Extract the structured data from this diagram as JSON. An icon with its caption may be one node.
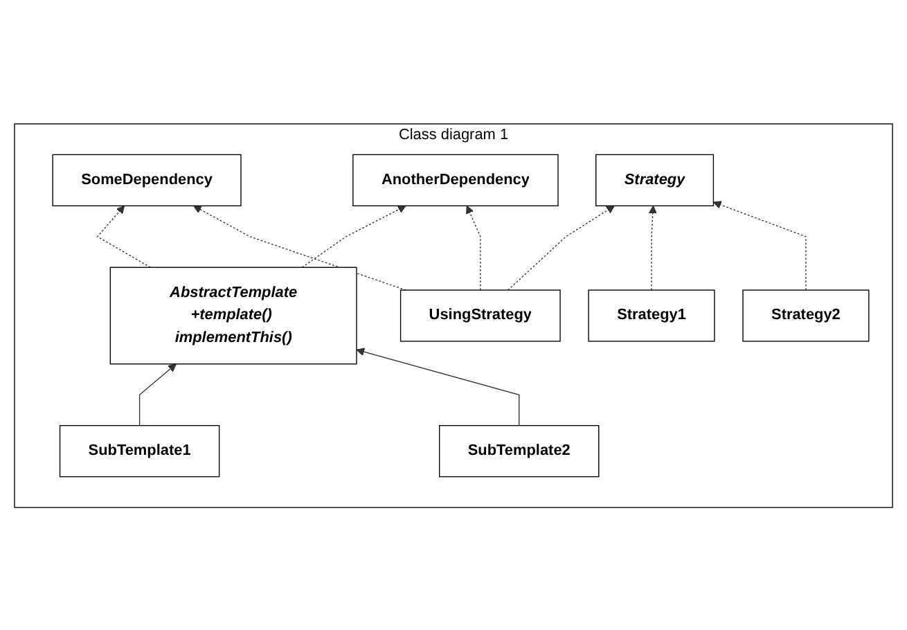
{
  "diagram": {
    "nodes": [
      {
        "text": [
          "Class diagram 1"
        ]
      },
      {
        "text": [
          "AbstractTemplate",
          "+template() implementThis()"
        ],
        "in": 0
      },
      {
        "text": [
          "SomeDependency"
        ],
        "in": 0
      },
      {
        "text": [
          "AnotherDependency"
        ],
        "in": 0
      },
      {
        "text": [
          "SubTemplate1"
        ],
        "in": 0
      },
      {
        "text": [
          "SubTemplate2"
        ],
        "in": 0
      },
      {
        "text": [
          "Strategy"
        ],
        "in": 0
      },
      {
        "text": [
          "UsingStrategy"
        ],
        "in": 0
      },
      {
        "text": [
          "Strategy1"
        ],
        "in": 0
      },
      {
        "text": [
          "Strategy2"
        ],
        "in": 0
      }
    ],
    "edges": [
      {
        "from": 1,
        "to": 2,
        "arrow": "to",
        "style": "dashed"
      },
      {
        "from": 1,
        "to": 3,
        "arrow": "to",
        "style": "dashed"
      },
      {
        "from": 4,
        "to": 1,
        "arrow": "to"
      },
      {
        "from": 5,
        "to": 1,
        "arrow": "to"
      },
      {
        "from": 7,
        "to": 3,
        "arrow": "to",
        "style": "dashed"
      },
      {
        "from": 7,
        "to": 2,
        "arrow": "to",
        "style": "dashed"
      },
      {
        "from": 7,
        "to": 6,
        "arrow": "to",
        "style": "dashed"
      },
      {
        "from": 8,
        "to": 6,
        "arrow": "to",
        "style": "dashed"
      },
      {
        "from": 9,
        "to": 6,
        "arrow": "to",
        "style": "dashed"
      }
    ]
  }
}
